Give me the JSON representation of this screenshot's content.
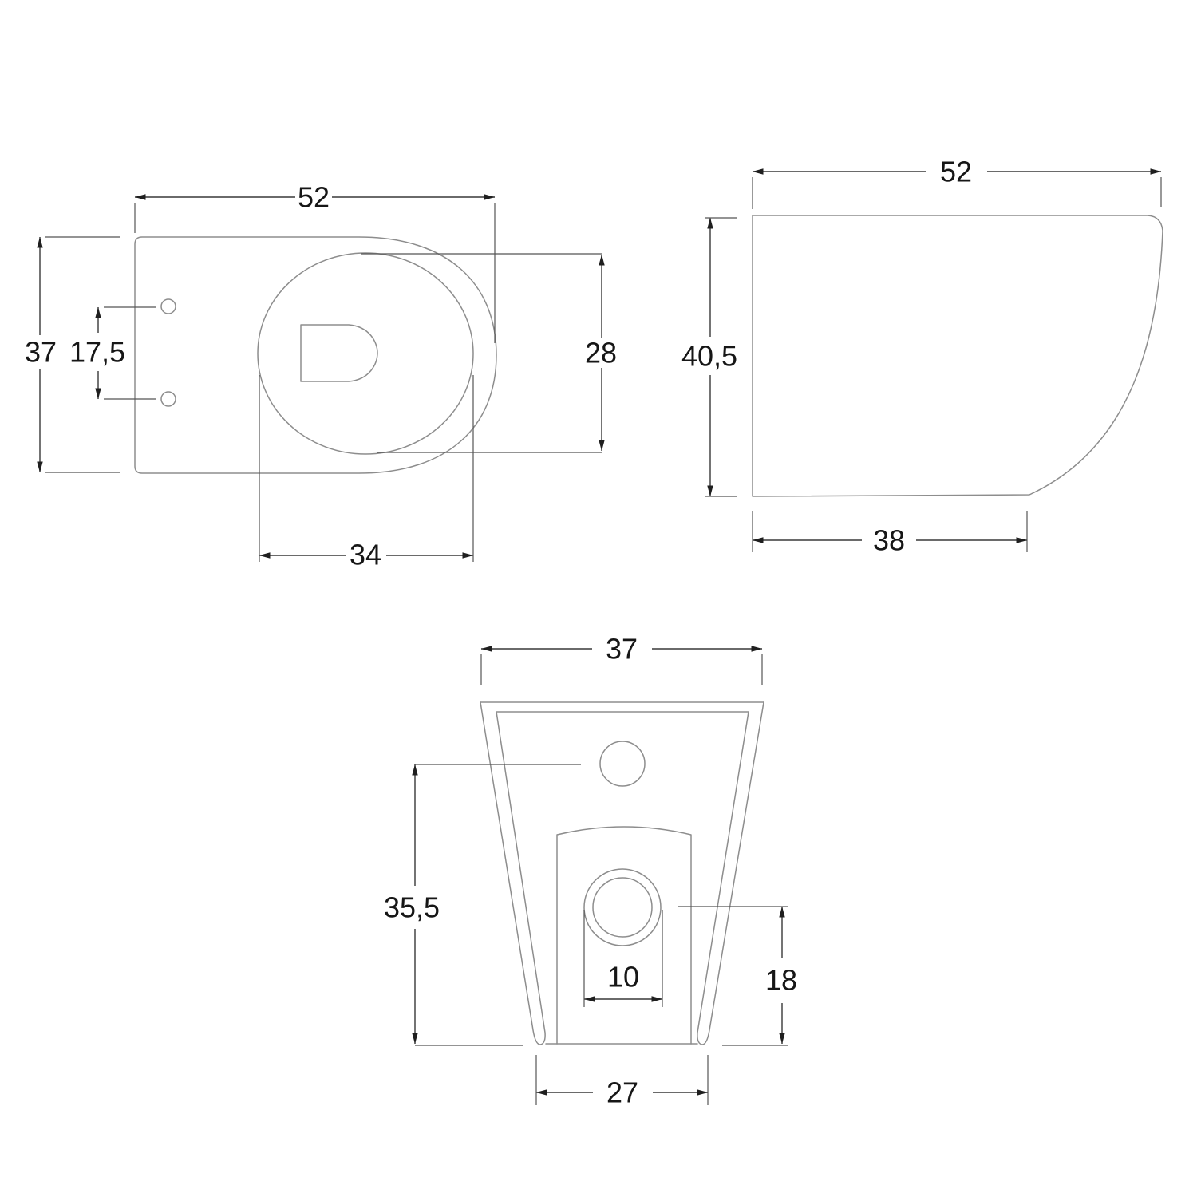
{
  "drawing": {
    "background": "#ffffff",
    "object_line_color": "#8d8d8d",
    "dimension_line_color": "#383838",
    "extension_line_color": "#555555",
    "arrow_color": "#1f1f1f",
    "text_color": "#161616",
    "views": {
      "plan": {
        "dims": {
          "overall_width": "52",
          "overall_depth": "37",
          "fixing_hole_spacing": "17,5",
          "bowl_length": "34",
          "bowl_width": "28"
        }
      },
      "side": {
        "dims": {
          "overall_depth": "52",
          "overall_height": "40,5",
          "base_depth": "38"
        }
      },
      "rear": {
        "dims": {
          "top_width": "37",
          "inlet_height": "35,5",
          "outlet_diameter": "10",
          "outlet_center_height": "18",
          "base_width": "27"
        }
      }
    }
  }
}
